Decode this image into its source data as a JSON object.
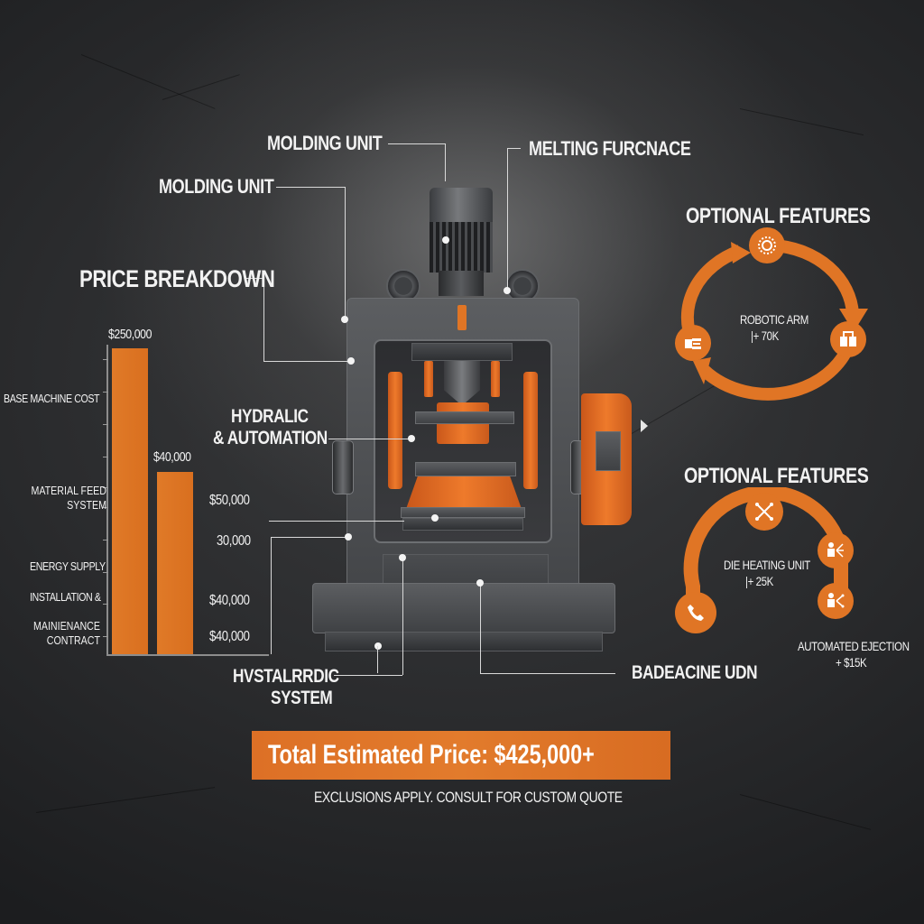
{
  "callouts": {
    "molding_unit_top": "Molding Unit",
    "melting_furnace": "Melting Furcnace",
    "molding_unit_left": "Molding Unit",
    "price_breakdown": "Price Breakdown",
    "hydraulic_line1": "Hydralic",
    "hydraulic_line2": "& Automation",
    "hvstal_line1": "Hvstalrrdic",
    "hvstal_line2": "System",
    "base_unit": "Badeacine Udn"
  },
  "price_breakdown": {
    "categories": [
      "Base Machine Cost",
      "Material Feed System",
      "Energy Supply",
      "Installation &",
      "Mainienance Contract"
    ],
    "bar_labels": [
      "$250,000",
      "$40,000"
    ],
    "side_values": [
      "$50,000",
      "30,000",
      "$40,000",
      "$40,000"
    ]
  },
  "chart_data": {
    "type": "bar",
    "title": "Price Breakdown",
    "categories": [
      "Base Machine Cost",
      "Material Feed System"
    ],
    "values": [
      250000,
      40000
    ],
    "bar_value_labels": [
      "$250,000",
      "$40,000"
    ],
    "y_axis_category_labels": [
      "Base Machine Cost",
      "Material Feed System",
      "Energy Supply",
      "Installation &",
      "Mainienance Contract"
    ],
    "side_value_labels": [
      "$50,000",
      "30,000",
      "$40,000",
      "$40,000"
    ],
    "xlabel": "",
    "ylabel": "",
    "grid": false,
    "legend": "none",
    "bar_color": "#e07a28"
  },
  "optional_features_1": {
    "title": "Optional Features",
    "feature_label": "Robotic Arm",
    "feature_price": "|+ 70K",
    "icons": [
      "gear-icon",
      "robotic-gripper-icon",
      "control-panel-icon"
    ]
  },
  "optional_features_2": {
    "title": "Optional Features",
    "feature_label": "Die Heating Unit",
    "feature_price": "|+ 25K",
    "ejection_label": "Automated Ejection",
    "ejection_price": "+ $15K",
    "icons": [
      "phone-icon",
      "network-cross-icon",
      "person-network-icon",
      "person-share-icon"
    ]
  },
  "total": {
    "label": "Total Estimated Price: $425,000+",
    "note": "Exclusions apply. Consult for custom quote"
  },
  "colors": {
    "accent": "#e07525",
    "background": "#2a2b2d",
    "text": "#f2f2f2"
  }
}
